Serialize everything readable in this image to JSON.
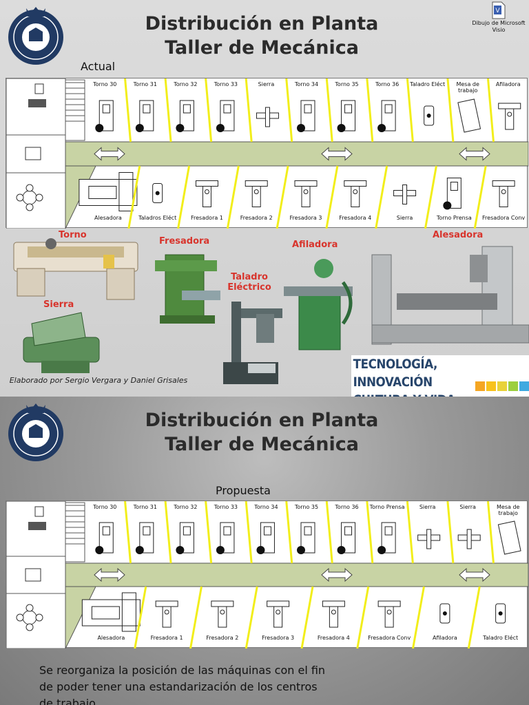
{
  "title_line1": "Distribución en Planta",
  "title_line2": "Taller de Mecánica",
  "visio_label": "Dibujo de Microsoft Visio",
  "actual_label": "Actual",
  "propuesta_label": "Propuesta",
  "credit": "Elaborado por Sergio Vergara y Daniel Grisales",
  "banner_line1": "TECNOLOGÍA, INNOVACIÓN",
  "banner_line2": "CULTURA Y VIDA.",
  "description": "Se reorganiza la posición de las máquinas con el fin de poder tener una estandarización de los centros de trabajo",
  "photo_labels": {
    "torno": "Torno",
    "fresadora": "Fresadora",
    "afiladora": "Afiladora",
    "alesadora": "Alesadora",
    "sierra": "Sierra",
    "taladro": "Taladro Eléctrico"
  },
  "colors": {
    "aisle": "#c8d3a4",
    "divider": "#f2ee1b",
    "red": "#d8342c",
    "banner": "#27456b"
  },
  "actual_top": [
    "Torno 30",
    "Torno 31",
    "Torno 32",
    "Torno 33",
    "Sierra",
    "Torno 34",
    "Torno 35",
    "Torno 36",
    "Taladro Eléct",
    "Mesa de trabajo",
    "Afiladora"
  ],
  "actual_bottom": [
    "Alesadora",
    "Taladros Eléct",
    "Fresadora 1",
    "Fresadora 2",
    "Fresadora 3",
    "Fresadora 4",
    "Sierra",
    "Torno Prensa",
    "Fresadora Conv"
  ],
  "prop_top": [
    "Torno 30",
    "Torno 31",
    "Torno 32",
    "Torno 33",
    "Torno 34",
    "Torno 35",
    "Torno 36",
    "Torno Prensa",
    "Sierra",
    "Sierra",
    "Mesa de trabajo"
  ],
  "prop_bottom": [
    "Alesadora",
    "Fresadora 1",
    "Fresadora 2",
    "Fresadora 3",
    "Fresadora 4",
    "Fresadora Conv",
    "Afiladora",
    "Taladro Eléct"
  ]
}
